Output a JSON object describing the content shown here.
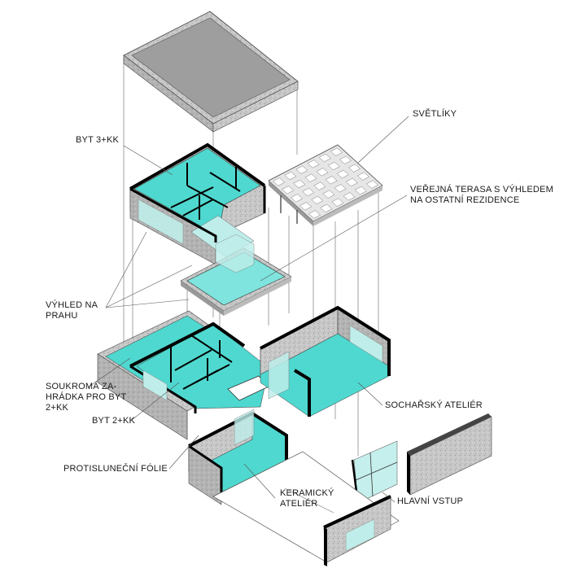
{
  "diagram": {
    "labels": {
      "byt3": "BYT 3+KK",
      "svetliky": "SVĚTLÍKY",
      "terasa_1": "VEŘEJNÁ TERASA S VÝHLEDEM",
      "terasa_2": "NA OSTATNÍ REZIDENCE",
      "vyhled_1": "VÝHLED NA",
      "vyhled_2": "PRAHU",
      "zahradka_1": "SOUKROMÁ ZA-",
      "zahradka_2": "HRÁDKA PRO BYT",
      "zahradka_3": "2+KK",
      "byt2": "BYT 2+KK",
      "folie": "PROTISLUNEČNÍ FÓLIE",
      "socharsky": "SOCHAŘSKÝ ATELIÉR",
      "keramicky_1": "KERAMICKÝ",
      "keramicky_2": "ATELIÉR",
      "vstup": "HLAVNÍ VSTUP"
    },
    "colors": {
      "glass": "#4fd8cf",
      "glass_light": "#bfeeea",
      "concrete": "#c9c9c9",
      "concrete_dark": "#a9a9a9",
      "wall": "#000000",
      "leader": "#555555"
    }
  }
}
